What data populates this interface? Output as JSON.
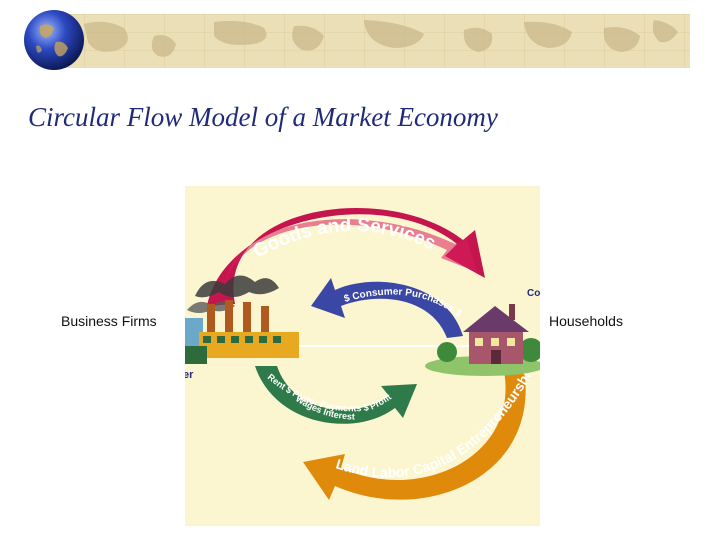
{
  "slide": {
    "title": "Circular Flow Model of a Market Economy"
  },
  "diagram": {
    "left_label": "Business Firms",
    "right_label": "Households",
    "top_outer_arrow": "Goods and Services",
    "top_inner_arrow": "$ Consumer Purchases $",
    "bottom_inner_arrow_line1": "Rent $ Factor Payments $ Profit",
    "bottom_inner_arrow_line2": "Wages Interest",
    "bottom_outer_arrow": "Land Labor Capital Entrepreneurship",
    "cropped_fragment_left": "er",
    "cropped_fragment_right": "Co S",
    "colors": {
      "goods_arrow": "#c4154f",
      "purchases_arrow": "#3a47a4",
      "payments_arrow": "#2f7a4a",
      "resources_arrow": "#e08a0c",
      "background": "#fbf6cf"
    }
  }
}
